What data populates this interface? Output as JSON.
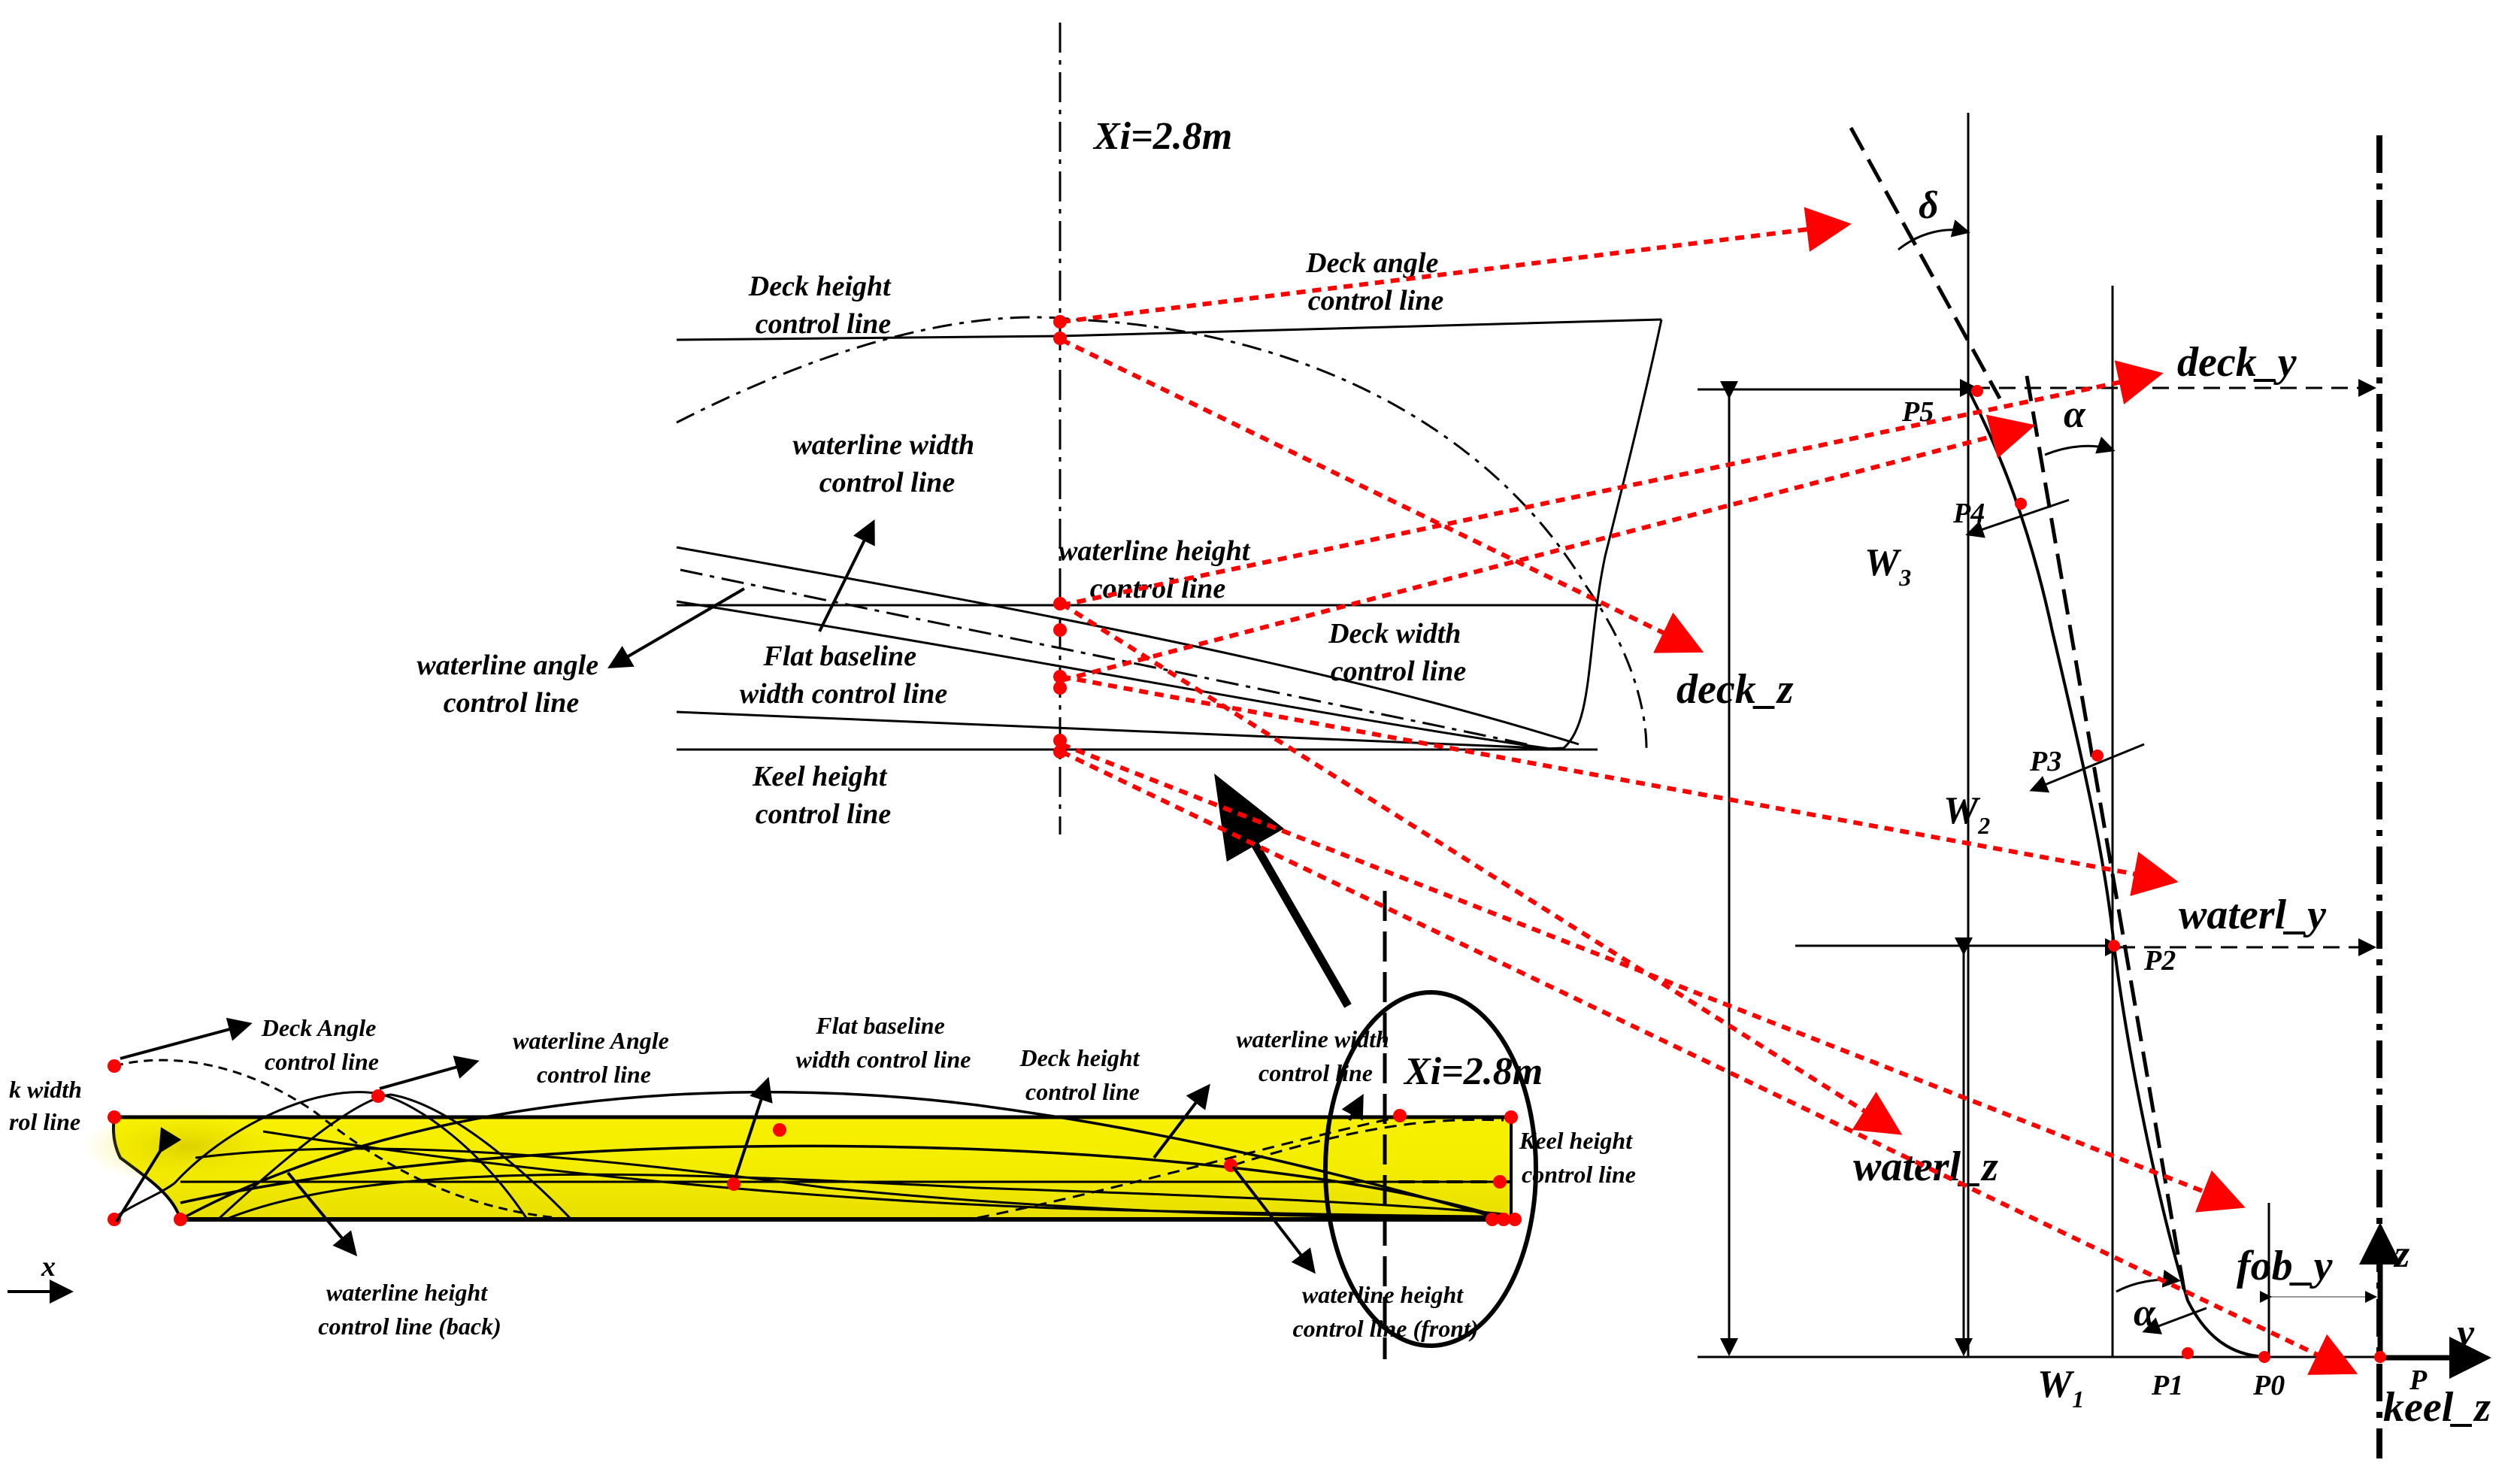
{
  "colors": {
    "guide": "#ff0000",
    "hull_fill": "#f5ef00",
    "ink": "#000000"
  },
  "section_view": {
    "xi_label": "Xi=2.8m",
    "labels": {
      "deck_height": [
        "Deck height",
        "control line"
      ],
      "deck_angle": [
        "Deck angle",
        "control line"
      ],
      "waterline_width": [
        "waterline width",
        "control line"
      ],
      "waterline_height": [
        "waterline height",
        "control line"
      ],
      "waterline_angle": [
        "waterline angle",
        "control line"
      ],
      "flat_baseline_width": [
        "Flat baseline",
        "width control line"
      ],
      "deck_width": [
        "Deck width",
        "control line"
      ],
      "keel_height": [
        "Keel height",
        "control line"
      ]
    }
  },
  "profile_view": {
    "xi_label": "Xi=2.8m",
    "axis_x": "x",
    "labels": {
      "deck_width_cut": [
        "k width",
        "rol line"
      ],
      "deck_angle": [
        "Deck Angle",
        "control line"
      ],
      "waterline_angle": [
        "waterline Angle",
        "control line"
      ],
      "flat_baseline_width": [
        "Flat baseline",
        "width control line"
      ],
      "deck_height": [
        "Deck height",
        "control line"
      ],
      "waterline_width": [
        "waterline width",
        "control line"
      ],
      "keel_height": [
        "Keel height",
        "control line"
      ],
      "waterline_height_back": [
        "waterline height",
        "control line (back)"
      ],
      "waterline_height_front": [
        "waterline height",
        "control line (front)"
      ]
    }
  },
  "cross_section": {
    "params": {
      "deck_y": "deck_y",
      "deck_z": "deck_z",
      "waterl_y": "waterl_y",
      "waterl_z": "waterl_z",
      "fob_y": "fob_y",
      "keel_z": "keel_z"
    },
    "angles": {
      "delta": "δ",
      "alpha": "α"
    },
    "points": [
      "P5",
      "P4",
      "P3",
      "P2",
      "P1",
      "P0",
      "P"
    ],
    "weights": {
      "w1": "W",
      "w2": "W",
      "w3": "W"
    },
    "weight_subs": {
      "w1": "1",
      "w2": "2",
      "w3": "3"
    },
    "axes": {
      "y": "y",
      "z": "z"
    }
  }
}
